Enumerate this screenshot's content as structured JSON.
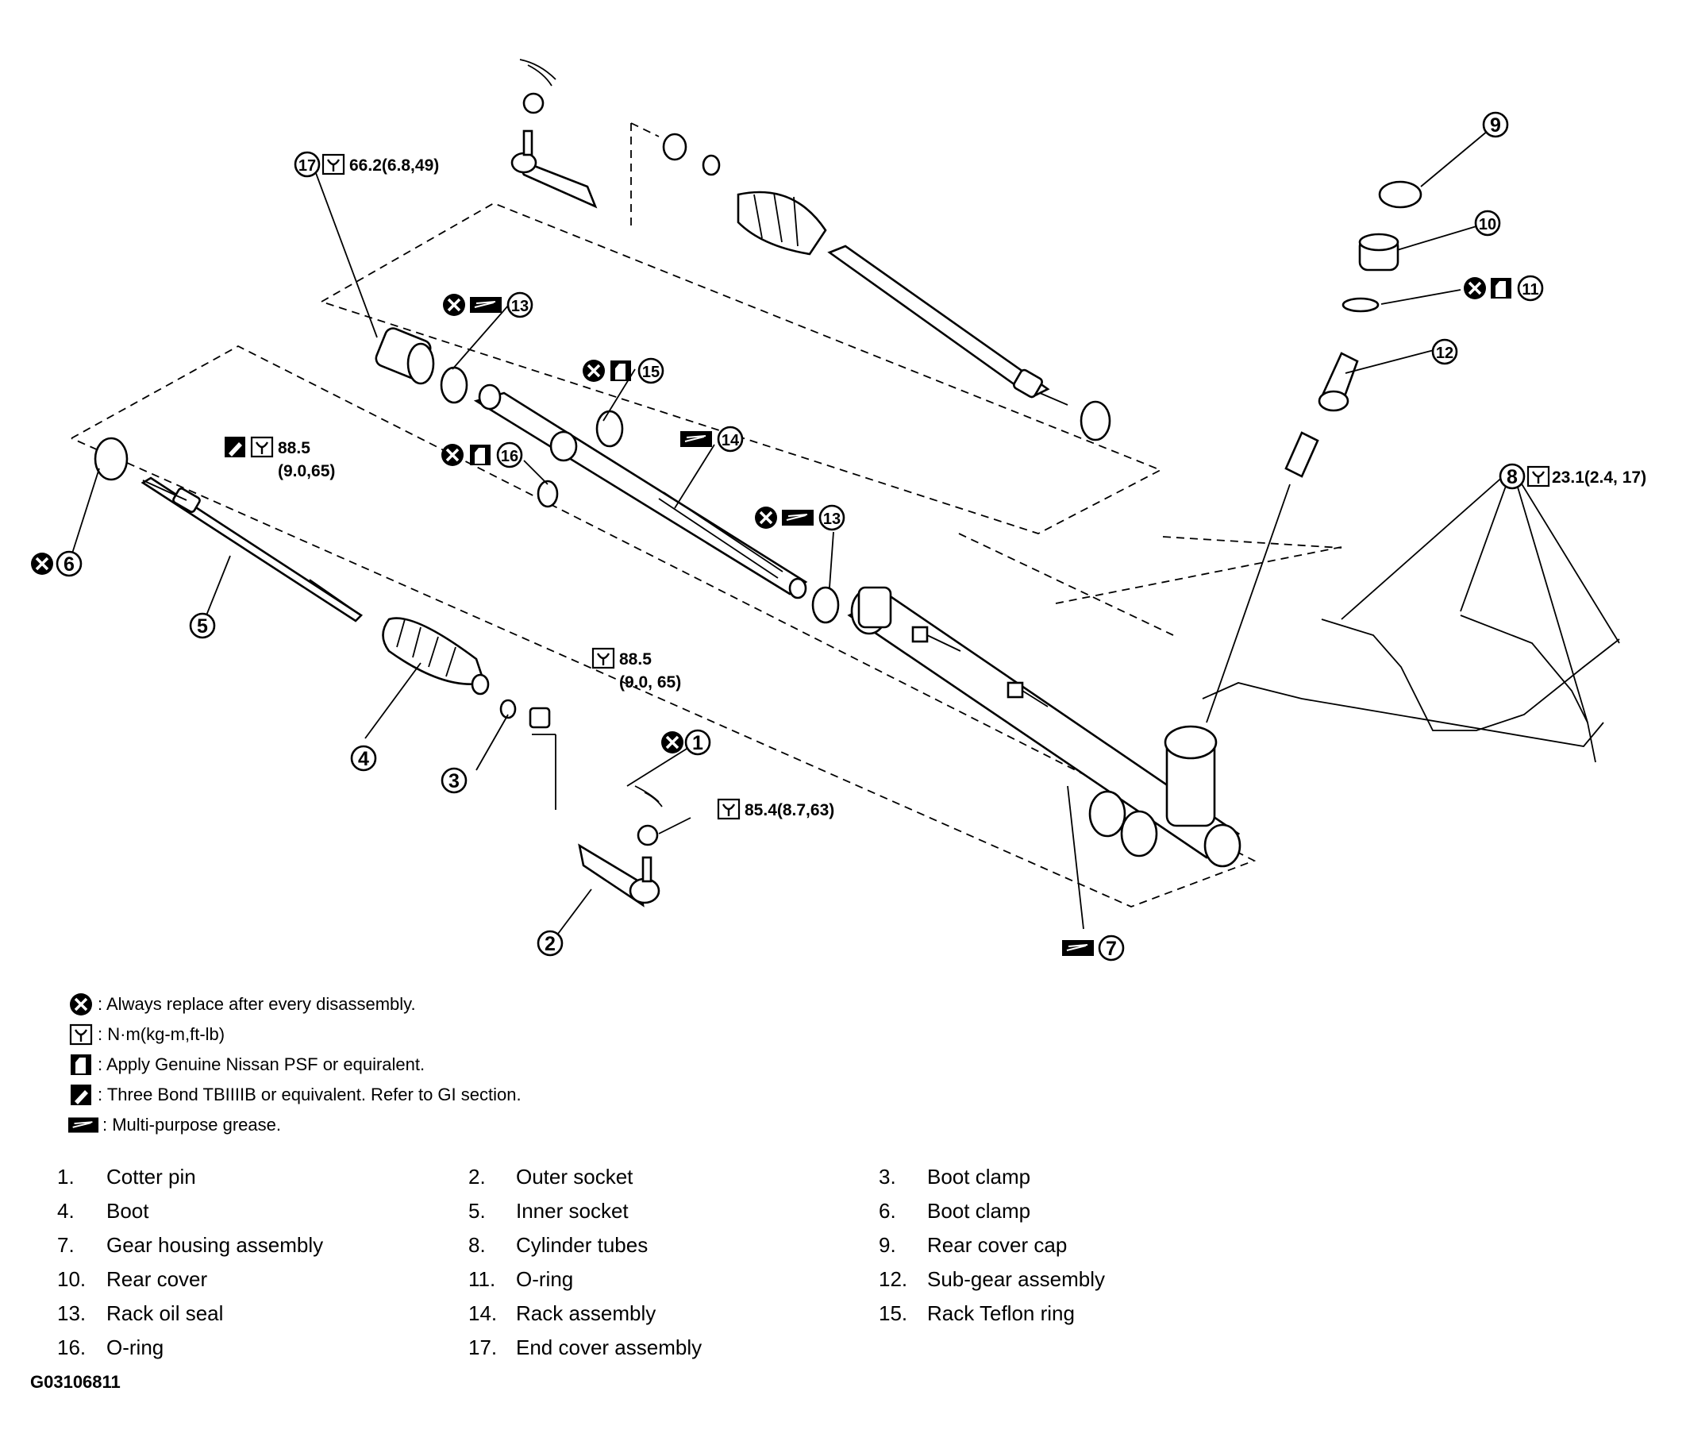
{
  "callouts": [
    "1",
    "2",
    "3",
    "4",
    "5",
    "6",
    "7",
    "8",
    "9",
    "10",
    "11",
    "12",
    "13",
    "14",
    "15",
    "16",
    "17"
  ],
  "torque": {
    "t17": "66.2(6.8,49)",
    "t5a": "88.5",
    "t5b": "(9.0,65)",
    "t2a": "88.5",
    "t2b": "(9.0, 65)",
    "t1": "85.4(8.7,63)",
    "t8": "23.1(2.4, 17)"
  },
  "legend": [
    {
      "icon": "replace-x-icon",
      "text": ": Always replace after every disassembly."
    },
    {
      "icon": "torque-wrench-icon",
      "text": ": N·m(kg-m,ft-lb)"
    },
    {
      "icon": "fluid-bottle-icon",
      "text": ": Apply Genuine Nissan PSF  or equiralent."
    },
    {
      "icon": "sealant-tube-icon",
      "text": ": Three Bond TBIIIIB or equivalent. Refer to GI section."
    },
    {
      "icon": "grease-tube-icon",
      "text": ": Multi-purpose grease."
    }
  ],
  "parts": [
    {
      "num": "1.",
      "name": "Cotter pin"
    },
    {
      "num": "2.",
      "name": "Outer socket"
    },
    {
      "num": "3.",
      "name": "Boot clamp"
    },
    {
      "num": "4.",
      "name": "Boot"
    },
    {
      "num": "5.",
      "name": "Inner socket"
    },
    {
      "num": "6.",
      "name": "Boot clamp"
    },
    {
      "num": "7.",
      "name": "Gear housing assembly"
    },
    {
      "num": "8.",
      "name": "Cylinder tubes"
    },
    {
      "num": "9.",
      "name": "Rear cover cap"
    },
    {
      "num": "10.",
      "name": "Rear cover"
    },
    {
      "num": "11.",
      "name": "O-ring"
    },
    {
      "num": "12.",
      "name": "Sub-gear assembly"
    },
    {
      "num": "13.",
      "name": "Rack oil seal"
    },
    {
      "num": "14.",
      "name": "Rack assembly"
    },
    {
      "num": "15.",
      "name": "Rack Teflon ring"
    },
    {
      "num": "16.",
      "name": "O-ring"
    },
    {
      "num": "17.",
      "name": "End cover assembly"
    }
  ],
  "figure_code": "G03106811"
}
